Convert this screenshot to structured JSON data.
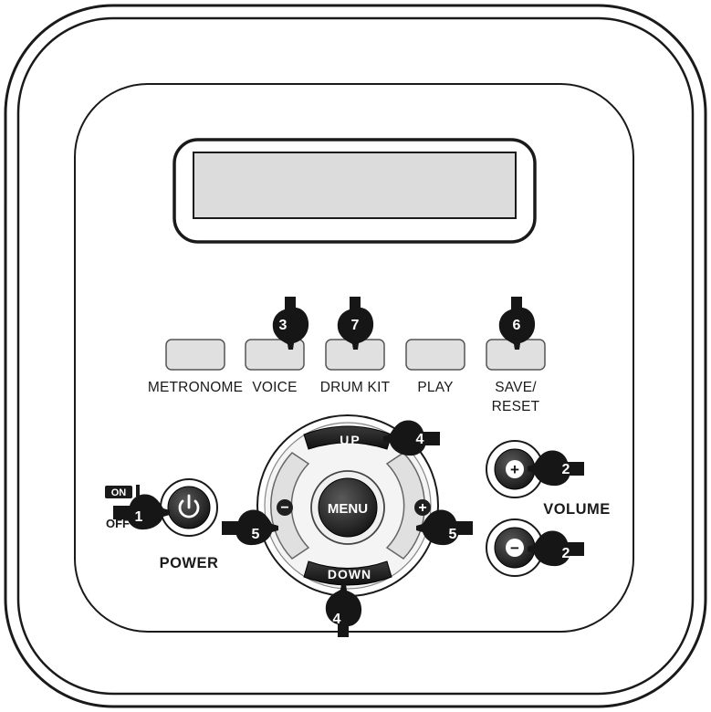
{
  "buttons": {
    "metronome": "METRONOME",
    "voice": "VOICE",
    "drum_kit": "DRUM KIT",
    "play": "PLAY",
    "save_reset_line1": "SAVE/",
    "save_reset_line2": "RESET"
  },
  "dpad": {
    "up": "UP",
    "down": "DOWN",
    "menu": "MENU",
    "minus": "−",
    "plus": "+"
  },
  "power": {
    "label": "POWER",
    "on": "ON",
    "off": "OFF"
  },
  "volume": {
    "label": "VOLUME",
    "plus": "+",
    "minus": "−"
  },
  "callouts": {
    "power": "1",
    "volume_up": "2",
    "volume_down": "2",
    "voice": "3",
    "up": "4",
    "down": "4",
    "minus": "5",
    "plus": "5",
    "save_reset": "6",
    "drum_kit": "7"
  },
  "colors": {
    "outline": "#1a1a1a",
    "button_fill": "#e0e0e0",
    "screen_fill": "#dcdcdc",
    "dark_button": "#2b2b2b"
  }
}
